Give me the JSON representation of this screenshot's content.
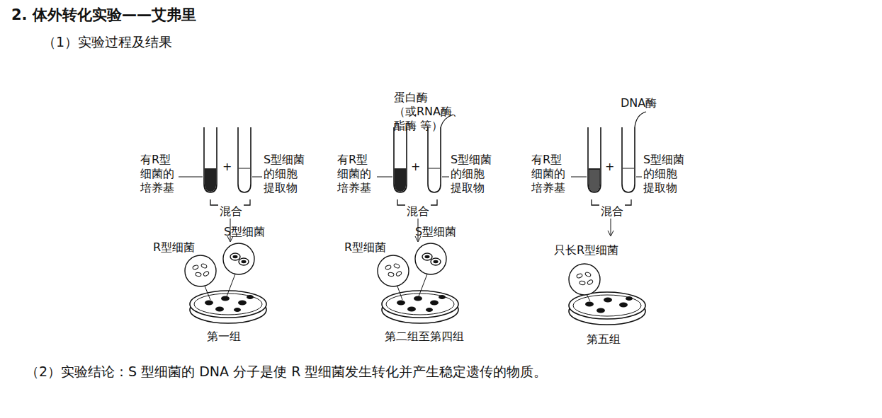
{
  "diagram": {
    "title": "2. 体外转化实验——艾弗里",
    "caption": "（2）实验结论：S 型细菌的 DNA 分子是使 R 型细菌发生转化并产生稳定遗传的物质。",
    "labels": [
      "（1）实验过程及结果",
      "有R型 细菌的 培养基",
      "+",
      "S型细菌 的细胞 提取物",
      "混合",
      "S型细菌",
      "R型细菌",
      "第一组",
      "蛋白酶（或RNA酶、酯酶 等）",
      "有R型 细菌的 培养基",
      "+",
      "S型细菌 的细胞 提取物",
      "混合",
      "S型细菌",
      "R型细菌",
      "第二组至第四组",
      "DNA酶",
      "有R型 细菌的 培养基",
      "+",
      "S型细菌 的细胞 提取物",
      "混合",
      "只长R型细菌",
      "第五组"
    ]
  }
}
